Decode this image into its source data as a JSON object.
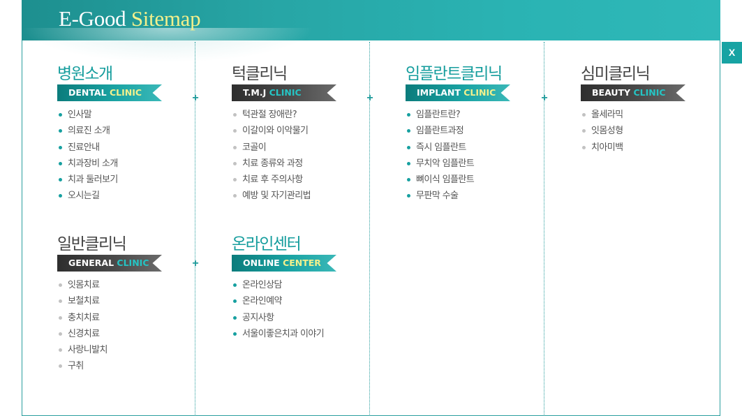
{
  "header": {
    "title_main": "E-Good",
    "title_accent": "Sitemap"
  },
  "close_button": {
    "label": "X"
  },
  "colors": {
    "teal": "#17a0a0",
    "accent_yellow": "#f3f08c",
    "dark_ribbon": "#3a3a3a",
    "gray_bullet": "#c2c2c2"
  },
  "sections": {
    "dental": {
      "title": "병원소개",
      "ribbon_a": "DENTAL ",
      "ribbon_b": "CLINIC",
      "items": [
        "인사말",
        "의료진 소개",
        "진료안내",
        "치과장비 소개",
        "치과 둘러보기",
        "오시는길"
      ]
    },
    "tmj": {
      "title": "턱클리닉",
      "ribbon_a": "T.M.J ",
      "ribbon_b": "CLINIC",
      "items": [
        "턱관절 장애란?",
        "이갈이와 이악물기",
        "코골이",
        "치료 종류와 과정",
        "치료 후 주의사항",
        "예방 및 자기관리법"
      ]
    },
    "implant": {
      "title": "임플란트클리닉",
      "ribbon_a": "IMPLANT ",
      "ribbon_b": "CLINIC",
      "items": [
        "임플란트란?",
        "임플란트과정",
        "즉시 임플란트",
        "무치악 임플란트",
        "뼈이식 임플란트",
        "무판막 수술"
      ]
    },
    "beauty": {
      "title": "심미클리닉",
      "ribbon_a": "BEAUTY ",
      "ribbon_b": "CLINIC",
      "items": [
        "올세라믹",
        "잇몸성형",
        "치아미백"
      ]
    },
    "general": {
      "title": "일반클리닉",
      "ribbon_a": "GENERAL ",
      "ribbon_b": "CLINIC",
      "items": [
        "잇몸치료",
        "보철치료",
        "충치치료",
        "신경치료",
        "사랑니발치",
        "구취"
      ]
    },
    "online": {
      "title": "온라인센터",
      "ribbon_a": "ONLINE ",
      "ribbon_b": "CENTER",
      "items": [
        "온라인상담",
        "온라인예약",
        "공지사항",
        "서울이좋은치과 이야기"
      ]
    }
  }
}
